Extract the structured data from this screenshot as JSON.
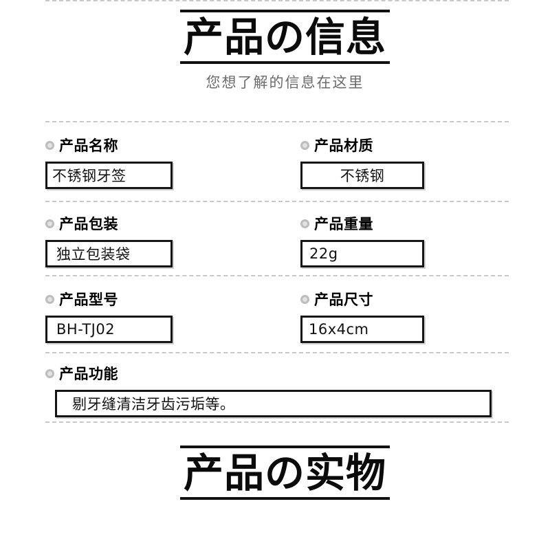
{
  "page": {
    "background": "#ffffff",
    "accent_rule_color": "#111111",
    "separator_color": "#c8c8c8",
    "bullet_color": "#bdbdbd",
    "box_border_color": "#151515",
    "subtitle_color": "#6b6b6b"
  },
  "header": {
    "title": "产品の信息",
    "subtitle": "您想了解的信息在这里"
  },
  "footer_header": {
    "title": "产品の实物"
  },
  "specs": {
    "rows": [
      {
        "left": {
          "label": "产品名称",
          "value": "不锈钢牙签",
          "bullet": "ring-bullet-icon"
        },
        "right": {
          "label": "产品材质",
          "value": "不锈钢",
          "bullet": "ring-bullet-icon"
        }
      },
      {
        "left": {
          "label": "产品包装",
          "value": "独立包装袋",
          "bullet": "ring-bullet-icon"
        },
        "right": {
          "label": "产品重量",
          "value": "22g",
          "bullet": "ring-bullet-icon"
        }
      },
      {
        "left": {
          "label": "产品型号",
          "value": "BH-TJ02",
          "bullet": "ring-bullet-icon"
        },
        "right": {
          "label": "产品尺寸",
          "value": "16x4cm",
          "bullet": "ring-bullet-icon"
        }
      }
    ],
    "function_row": {
      "label": "产品功能",
      "value": "剔牙缝清洁牙齿污垢等。",
      "bullet": "ring-bullet-icon"
    }
  }
}
